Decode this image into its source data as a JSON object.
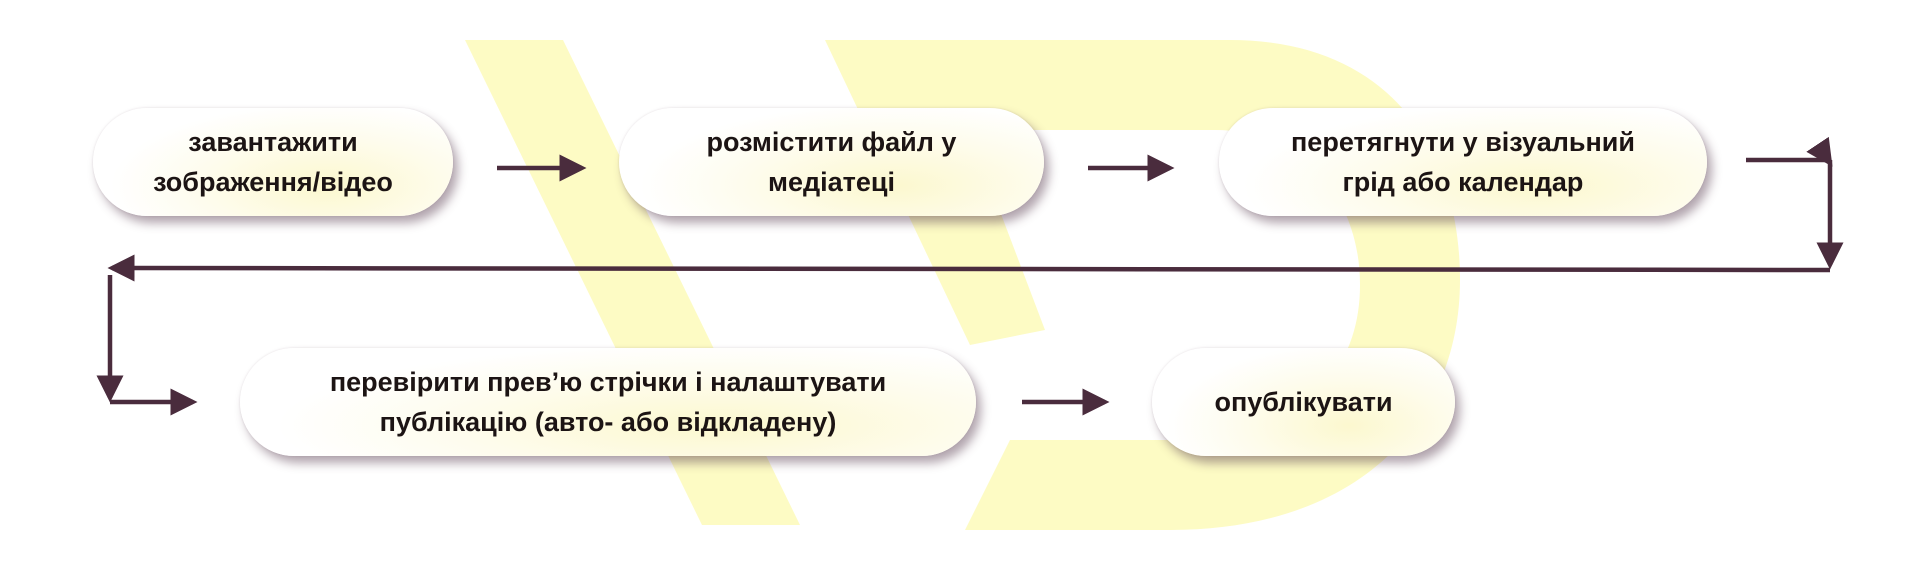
{
  "diagram": {
    "colors": {
      "arrow": "#4a2c3d",
      "watermark": "#fdfbc4"
    },
    "watermark": "WP logo",
    "steps": [
      {
        "id": "upload",
        "label": "завантажити\nзображення/відео"
      },
      {
        "id": "media-library",
        "label": "розмістити файл у\nмедіатеці"
      },
      {
        "id": "drag-to-grid",
        "label": "перетягнути у візуальний\nгрід або календар"
      },
      {
        "id": "preview-and-schedule",
        "label": "перевірити прев’ю стрічки і налаштувати\nпублікацію (авто- або відкладену)"
      },
      {
        "id": "publish",
        "label": "опублікувати"
      }
    ]
  }
}
